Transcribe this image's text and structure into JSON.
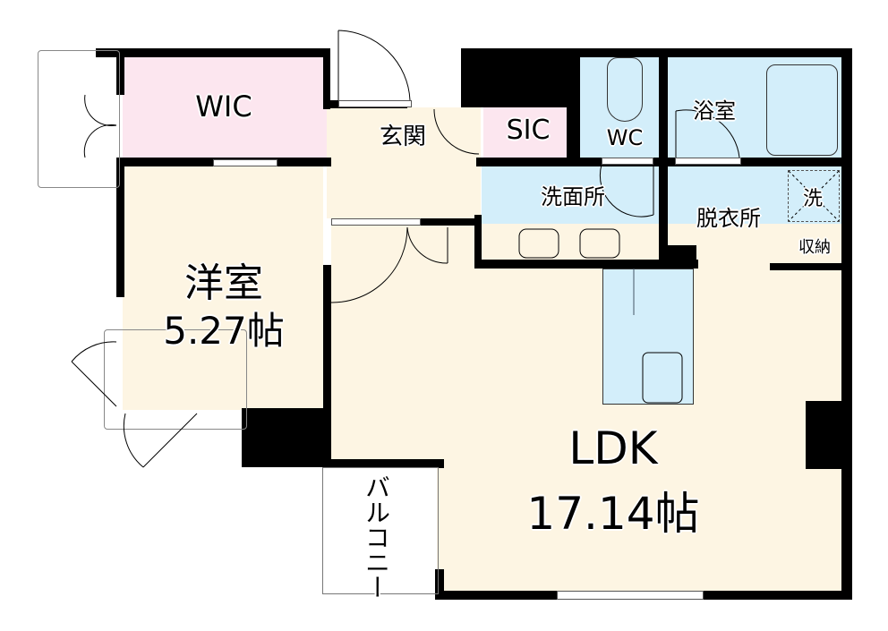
{
  "floorplan": {
    "colors": {
      "living": "#fdf5e3",
      "storage": "#fce6ef",
      "wet": "#d3eefa",
      "wall": "#000000",
      "background": "#ffffff"
    },
    "rooms": {
      "wic": {
        "label": "WIC"
      },
      "genkan": {
        "label": "玄関"
      },
      "sic": {
        "label": "SIC"
      },
      "wc": {
        "label": "WC"
      },
      "bath": {
        "label": "浴室"
      },
      "washroom": {
        "label": "洗面所"
      },
      "dressing": {
        "label": "脱衣所"
      },
      "washer": {
        "label": "洗"
      },
      "storage": {
        "label": "収納"
      },
      "western_room": {
        "label": "洋室",
        "size": "5.27帖"
      },
      "ldk": {
        "label": "LDK",
        "size": "17.14帖"
      },
      "balcony": {
        "label": "バルコニー"
      }
    }
  }
}
